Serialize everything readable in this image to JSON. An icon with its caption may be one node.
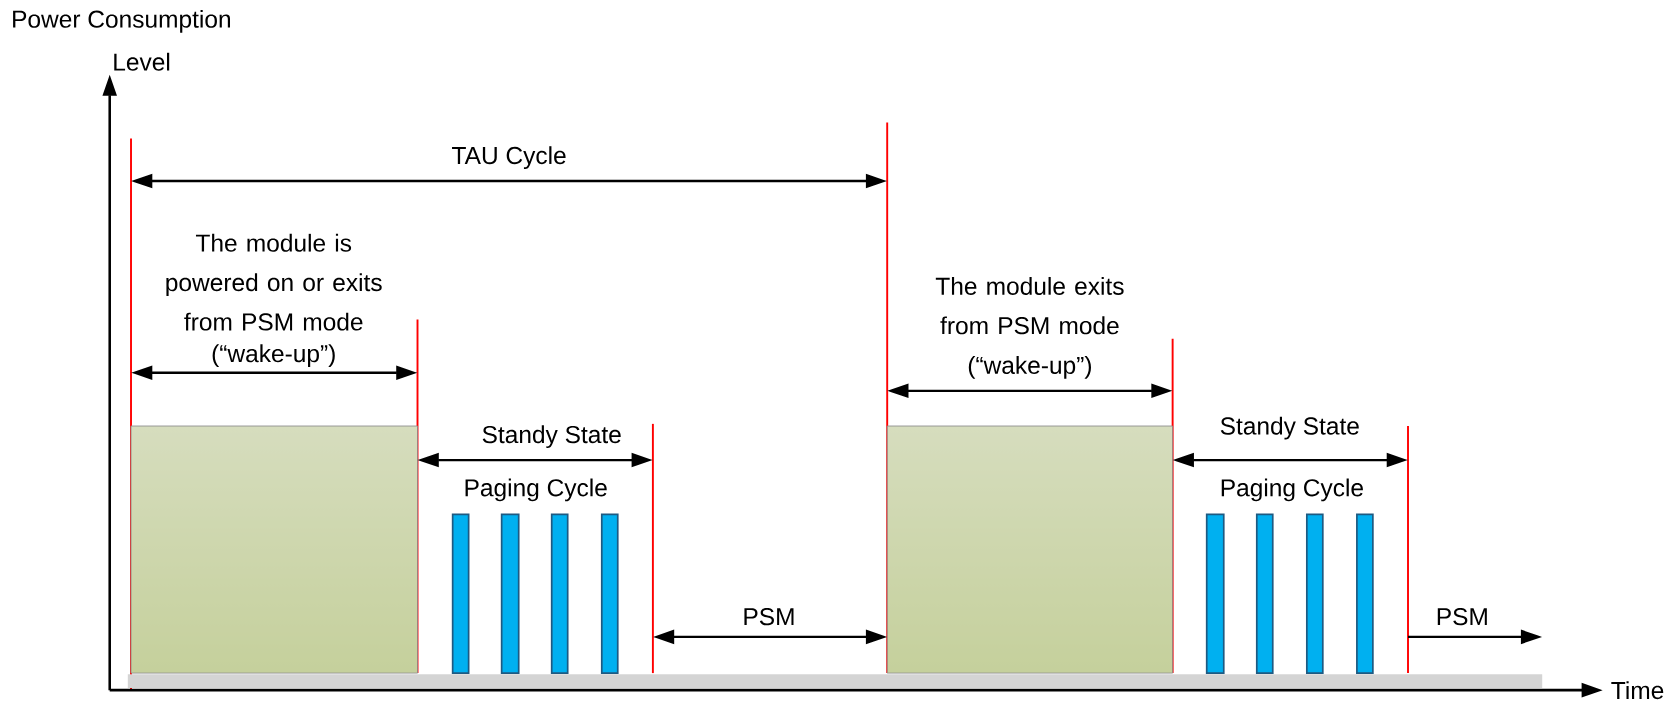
{
  "diagram": {
    "nodes": [
      {
        "text": [],
        "shape": "box"
      },
      {
        "text": [],
        "shape": "bar"
      },
      {
        "text": [],
        "shape": "bar"
      },
      {
        "text": [],
        "shape": "bar"
      },
      {
        "text": [],
        "shape": "bar"
      },
      {
        "text": [],
        "shape": "box"
      },
      {
        "text": [],
        "shape": "bar"
      },
      {
        "text": [],
        "shape": "bar"
      },
      {
        "text": [],
        "shape": "bar"
      },
      {
        "text": [],
        "shape": "bar"
      },
      {
        "text": [],
        "shape": "band"
      }
    ],
    "labels": [
      "Power Consumption",
      "Level",
      "TAU Cycle",
      "The module is powered on or exits from PSM mode",
      "(“wake-up”)",
      "Standy State",
      "Paging Cycle",
      "PSM",
      "The module exits from PSM mode",
      "(“wake-up”)",
      "Standy State",
      "Paging Cycle",
      "PSM",
      "Time"
    ]
  }
}
